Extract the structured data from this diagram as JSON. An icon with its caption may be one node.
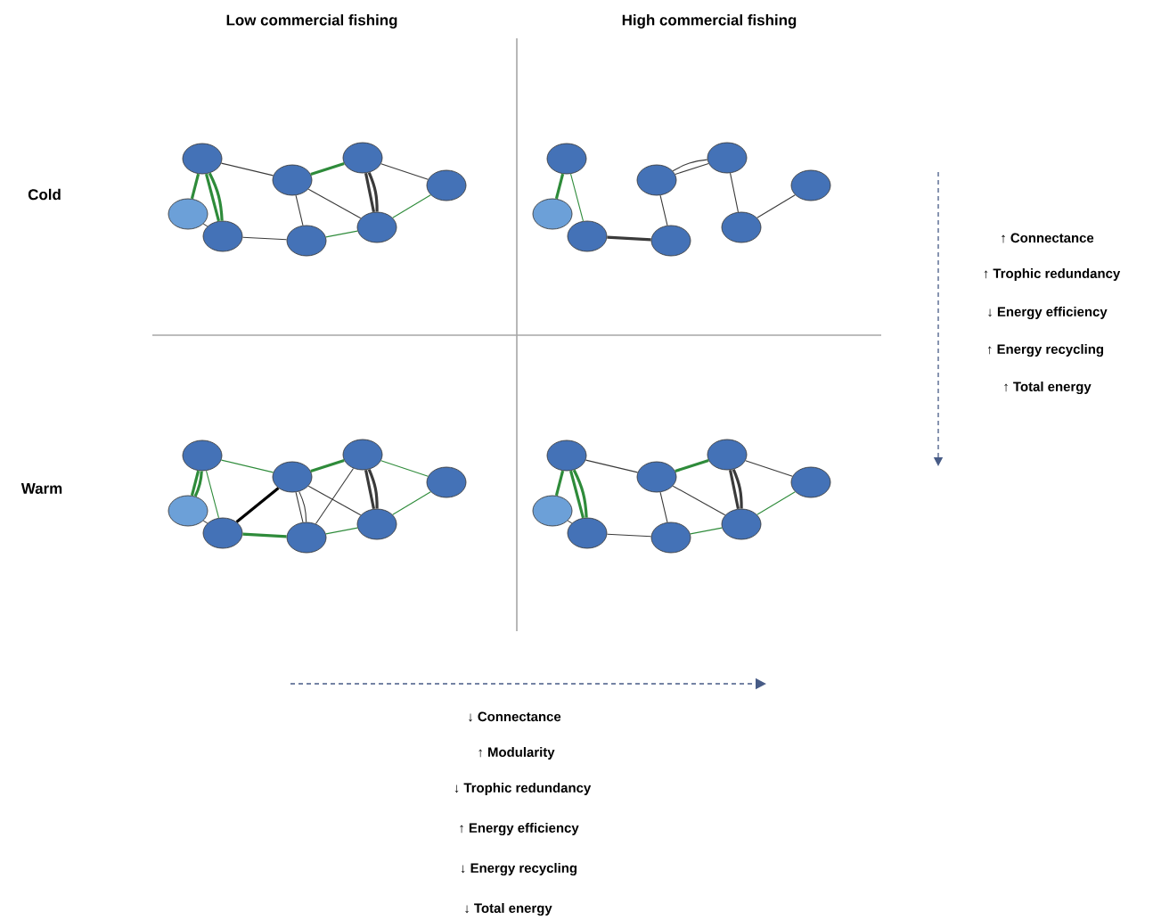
{
  "diagram": {
    "nodes": [
      {
        "text": [],
        "shape": "ellipse"
      },
      {
        "text": [],
        "shape": "ellipse"
      },
      {
        "text": [],
        "shape": "ellipse"
      },
      {
        "text": [],
        "shape": "ellipse"
      },
      {
        "text": [],
        "shape": "ellipse"
      },
      {
        "text": [],
        "shape": "ellipse"
      },
      {
        "text": [],
        "shape": "ellipse"
      },
      {
        "text": [],
        "shape": "ellipse"
      },
      {
        "text": [],
        "shape": "ellipse"
      },
      {
        "text": [],
        "shape": "ellipse"
      },
      {
        "text": [],
        "shape": "ellipse"
      },
      {
        "text": [],
        "shape": "ellipse"
      },
      {
        "text": [],
        "shape": "ellipse"
      },
      {
        "text": [],
        "shape": "ellipse"
      },
      {
        "text": [],
        "shape": "ellipse"
      },
      {
        "text": [],
        "shape": "ellipse"
      },
      {
        "text": [],
        "shape": "ellipse"
      },
      {
        "text": [],
        "shape": "ellipse"
      },
      {
        "text": [],
        "shape": "ellipse"
      },
      {
        "text": [],
        "shape": "ellipse"
      },
      {
        "text": [],
        "shape": "ellipse"
      },
      {
        "text": [],
        "shape": "ellipse"
      },
      {
        "text": [],
        "shape": "ellipse"
      },
      {
        "text": [],
        "shape": "ellipse"
      },
      {
        "text": [],
        "shape": "ellipse"
      },
      {
        "text": [],
        "shape": "ellipse"
      },
      {
        "text": [],
        "shape": "ellipse"
      },
      {
        "text": [],
        "shape": "ellipse"
      },
      {
        "text": [],
        "shape": "ellipse"
      },
      {
        "text": [],
        "shape": "ellipse"
      },
      {
        "text": [],
        "shape": "ellipse"
      },
      {
        "text": [],
        "shape": "ellipse"
      }
    ],
    "edges": [
      {
        "from": 0,
        "to": 1,
        "arrow": "none",
        "style": "thick",
        "color": "#2e8b3a"
      },
      {
        "from": 0,
        "to": 2,
        "arrow": "none",
        "color": "#2e8b3a",
        "style": "thick"
      },
      {
        "from": 0,
        "to": 2,
        "arrow": "none",
        "color": "#2e8b3a",
        "style": "thick"
      },
      {
        "from": 1,
        "to": 2,
        "arrow": "none"
      },
      {
        "from": 0,
        "to": 3,
        "arrow": "none"
      },
      {
        "from": 2,
        "to": 4,
        "arrow": "none"
      },
      {
        "from": 3,
        "to": 4,
        "arrow": "none"
      },
      {
        "from": 3,
        "to": 5,
        "arrow": "none",
        "style": "thick",
        "color": "#2e8b3a"
      },
      {
        "from": 3,
        "to": 6,
        "arrow": "none"
      },
      {
        "from": 5,
        "to": 6,
        "arrow": "none",
        "style": "thick"
      },
      {
        "from": 5,
        "to": 6,
        "arrow": "none",
        "style": "thick"
      },
      {
        "from": 5,
        "to": 7,
        "arrow": "none"
      },
      {
        "from": 4,
        "to": 6,
        "arrow": "none",
        "color": "#2e8b3a"
      },
      {
        "from": 6,
        "to": 7,
        "arrow": "none",
        "color": "#2e8b3a"
      },
      {
        "from": 8,
        "to": 9,
        "arrow": "none",
        "style": "thick",
        "color": "#2e8b3a"
      },
      {
        "from": 8,
        "to": 10,
        "arrow": "none",
        "color": "#2e8b3a"
      },
      {
        "from": 10,
        "to": 12,
        "arrow": "none",
        "style": "thick"
      },
      {
        "from": 11,
        "to": 13,
        "arrow": "none"
      },
      {
        "from": 11,
        "to": 13,
        "arrow": "none"
      },
      {
        "from": 11,
        "to": 12,
        "arrow": "none"
      },
      {
        "from": 13,
        "to": 14,
        "arrow": "none"
      },
      {
        "from": 14,
        "to": 15,
        "arrow": "none"
      },
      {
        "from": 16,
        "to": 17,
        "arrow": "none",
        "style": "thick",
        "color": "#2e8b3a"
      },
      {
        "from": 16,
        "to": 17,
        "arrow": "none",
        "style": "thick",
        "color": "#2e8b3a"
      },
      {
        "from": 16,
        "to": 18,
        "arrow": "none",
        "color": "#2e8b3a"
      },
      {
        "from": 17,
        "to": 18,
        "arrow": "none"
      },
      {
        "from": 16,
        "to": 19,
        "arrow": "none",
        "color": "#2e8b3a"
      },
      {
        "from": 18,
        "to": 19,
        "arrow": "none",
        "style": "thick",
        "color": "#000000"
      },
      {
        "from": 18,
        "to": 20,
        "arrow": "none",
        "style": "thick",
        "color": "#2e8b3a"
      },
      {
        "from": 19,
        "to": 20,
        "arrow": "none"
      },
      {
        "from": 19,
        "to": 20,
        "arrow": "none"
      },
      {
        "from": 19,
        "to": 21,
        "arrow": "none",
        "style": "thick",
        "color": "#2e8b3a"
      },
      {
        "from": 19,
        "to": 22,
        "arrow": "none"
      },
      {
        "from": 20,
        "to": 21,
        "arrow": "none"
      },
      {
        "from": 21,
        "to": 22,
        "arrow": "none",
        "style": "thick"
      },
      {
        "from": 21,
        "to": 22,
        "arrow": "none",
        "style": "thick"
      },
      {
        "from": 21,
        "to": 23,
        "arrow": "none",
        "color": "#2e8b3a"
      },
      {
        "from": 20,
        "to": 22,
        "arrow": "none",
        "color": "#2e8b3a"
      },
      {
        "from": 22,
        "to": 23,
        "arrow": "none",
        "color": "#2e8b3a"
      },
      {
        "from": 24,
        "to": 25,
        "arrow": "none",
        "style": "thick",
        "color": "#2e8b3a"
      },
      {
        "from": 24,
        "to": 26,
        "arrow": "none",
        "color": "#2e8b3a",
        "style": "thick"
      },
      {
        "from": 24,
        "to": 26,
        "arrow": "none",
        "color": "#2e8b3a",
        "style": "thick"
      },
      {
        "from": 25,
        "to": 26,
        "arrow": "none"
      },
      {
        "from": 24,
        "to": 27,
        "arrow": "none"
      },
      {
        "from": 26,
        "to": 28,
        "arrow": "none"
      },
      {
        "from": 27,
        "to": 28,
        "arrow": "none"
      },
      {
        "from": 27,
        "to": 29,
        "arrow": "none",
        "style": "thick",
        "color": "#2e8b3a"
      },
      {
        "from": 27,
        "to": 30,
        "arrow": "none"
      },
      {
        "from": 29,
        "to": 30,
        "arrow": "none",
        "style": "thick"
      },
      {
        "from": 29,
        "to": 30,
        "arrow": "none",
        "style": "thick"
      },
      {
        "from": 29,
        "to": 31,
        "arrow": "none"
      },
      {
        "from": 28,
        "to": 30,
        "arrow": "none",
        "color": "#2e8b3a"
      },
      {
        "from": 30,
        "to": 31,
        "arrow": "none",
        "color": "#2e8b3a"
      }
    ],
    "labels": [
      "Low commercial fishing",
      "High commercial fishing",
      "Cold",
      "↑ Connectance",
      "↑ Trophic redundancy",
      "↓ Energy efficiency",
      "↑ Energy recycling",
      "↑ Total energy",
      "Warm",
      "↓ Connectance",
      "↑ Modularity",
      "↓ Trophic redundancy",
      "↑ Energy efficiency",
      "↓ Energy recycling",
      "↓ Total energy"
    ]
  }
}
